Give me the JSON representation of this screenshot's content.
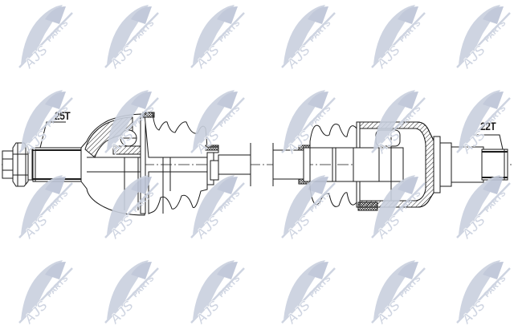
{
  "drawing": {
    "subject": "drive shaft (CV axle) technical drawing",
    "left_spline_label": "25T",
    "right_spline_label": "22T",
    "line_color": "#1a1a1a",
    "background": "#ffffff"
  },
  "watermark": {
    "brand": "AJS",
    "suffix": "PARTS",
    "color": "#c9d0de",
    "columns_x": [
      8,
      115,
      222,
      335,
      447,
      553
    ],
    "rows_y": [
      2,
      108,
      214,
      320
    ]
  }
}
